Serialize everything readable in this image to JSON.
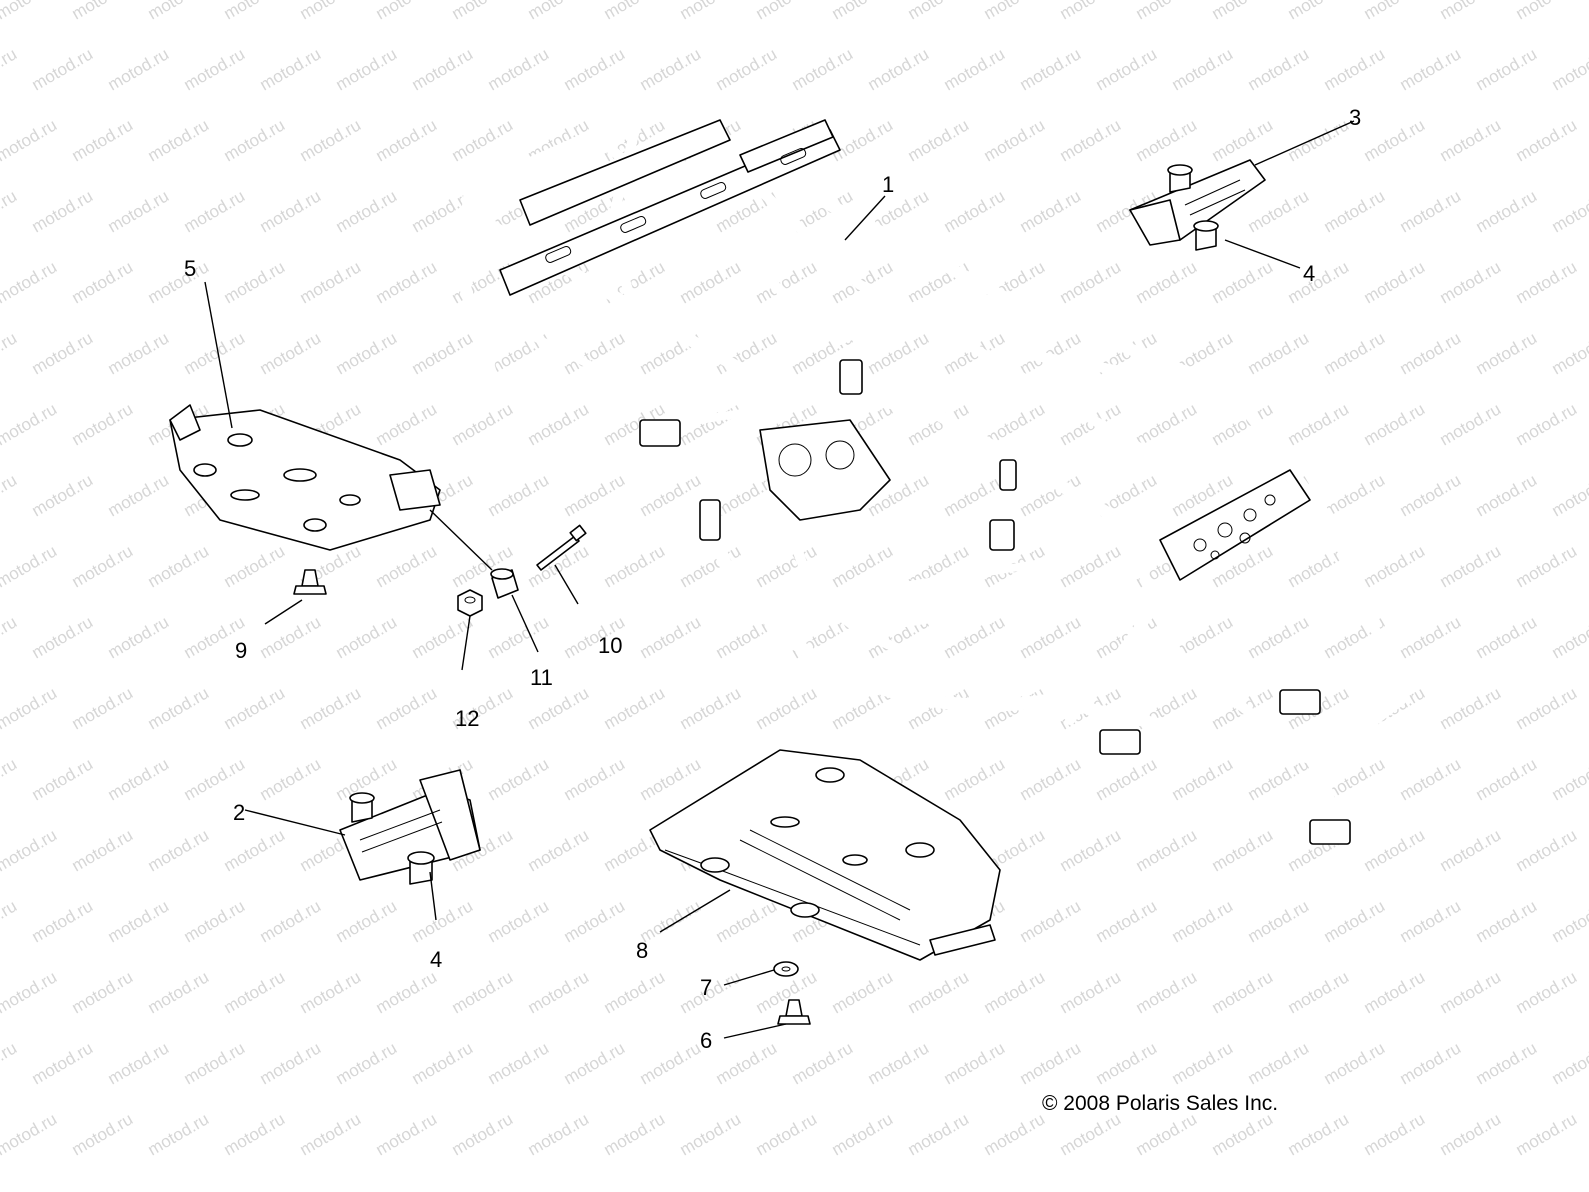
{
  "watermark": "motod.ru",
  "copyright": "© 2008 Polaris Sales Inc.",
  "callouts": {
    "c1": "1",
    "c2": "2",
    "c3": "3",
    "c4a": "4",
    "c4b": "4",
    "c5": "5",
    "c6": "6",
    "c7": "7",
    "c8": "8",
    "c9": "9",
    "c10": "10",
    "c11": "11",
    "c12": "12"
  }
}
